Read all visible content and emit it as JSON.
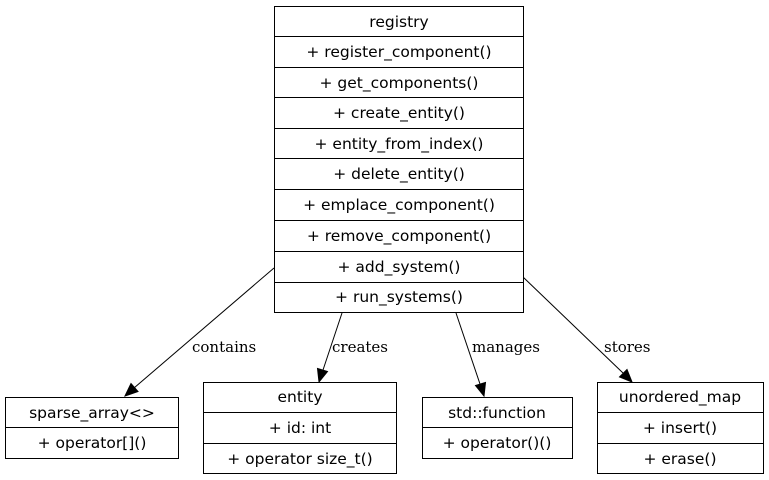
{
  "diagram": {
    "nodes": {
      "registry": {
        "title": "registry",
        "members": [
          "+ register_component()",
          "+ get_components()",
          "+ create_entity()",
          "+ entity_from_index()",
          "+ delete_entity()",
          "+ emplace_component()",
          "+ remove_component()",
          "+ add_system()",
          "+ run_systems()"
        ]
      },
      "sparse_array": {
        "title": "sparse_array<>",
        "members": [
          "+ operator[]()"
        ]
      },
      "entity": {
        "title": "entity",
        "members": [
          "+ id: int",
          "+ operator size_t()"
        ]
      },
      "std_function": {
        "title": "std::function",
        "members": [
          "+ operator()()"
        ]
      },
      "unordered_map": {
        "title": "unordered_map",
        "members": [
          "+ insert()",
          "+ erase()"
        ]
      }
    },
    "edges": [
      {
        "from": "registry",
        "to": "sparse_array",
        "label": "contains"
      },
      {
        "from": "registry",
        "to": "entity",
        "label": "creates"
      },
      {
        "from": "registry",
        "to": "std_function",
        "label": "manages"
      },
      {
        "from": "registry",
        "to": "unordered_map",
        "label": "stores"
      }
    ]
  }
}
